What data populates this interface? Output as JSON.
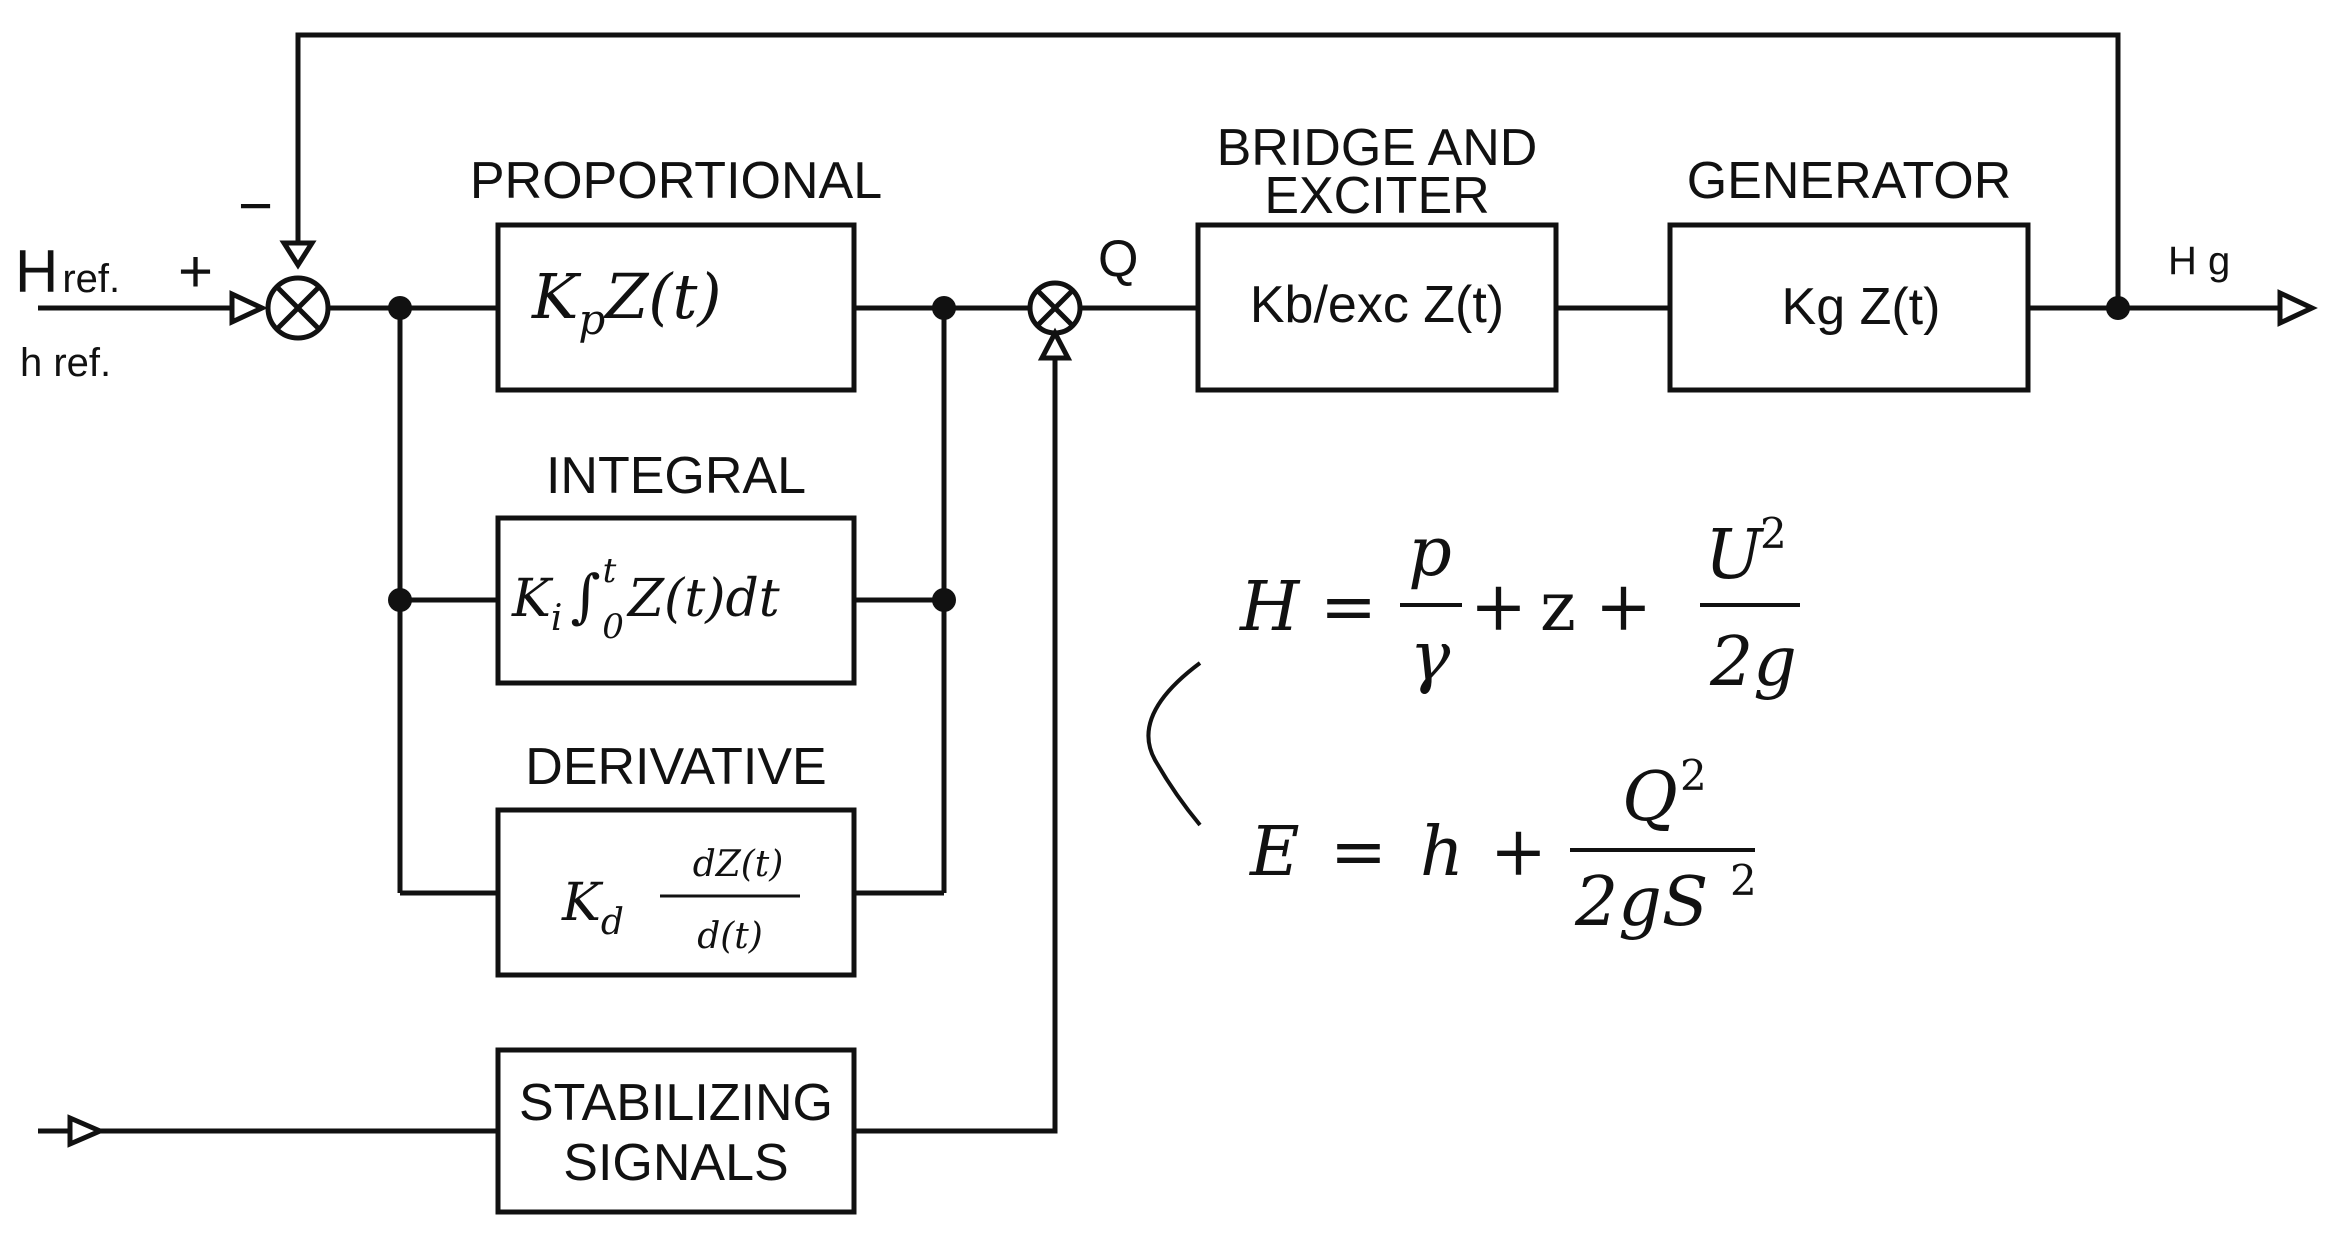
{
  "signals": {
    "h_ref_upper": "H",
    "h_ref_upper_sub": "ref.",
    "h_ref_lower": "h ref.",
    "plus_sign": "+",
    "minus_sign": "−",
    "q_label": "Q",
    "hg_label": "H g"
  },
  "blocks": {
    "proportional": {
      "title": "PROPORTIONAL",
      "k": "K",
      "k_sub": "p",
      "func": "Z(t)"
    },
    "integral": {
      "title": "INTEGRAL",
      "k": "K",
      "k_sub": "i",
      "int_sym": "∫",
      "upper": "t",
      "lower": "0",
      "func": "Z(t)dt"
    },
    "derivative": {
      "title": "DERIVATIVE",
      "k": "K",
      "k_sub": "d",
      "num": "dZ(t)",
      "den": "d(t)"
    },
    "stabilizing": {
      "line1": "STABILIZING",
      "line2": "SIGNALS"
    },
    "bridge": {
      "title_line1": "BRIDGE  AND",
      "title_line2": "EXCITER",
      "body": "Kb/exc Z(t)"
    },
    "generator": {
      "title": "GENERATOR",
      "body": "Kg Z(t)"
    }
  },
  "equations": {
    "eq1": {
      "lhs": "H",
      "eq": "=",
      "frac1_num": "p",
      "frac1_den": "γ",
      "plus1": "+",
      "z": "z",
      "plus2": "+",
      "frac2_num": "U",
      "frac2_num_sup": "2",
      "frac2_den": "2g"
    },
    "eq2": {
      "lhs": "E",
      "eq": "=",
      "h": "h",
      "plus": "+",
      "frac_num": "Q",
      "frac_num_sup": "2",
      "frac_den": "2gS",
      "frac_den_sup": "2"
    }
  }
}
